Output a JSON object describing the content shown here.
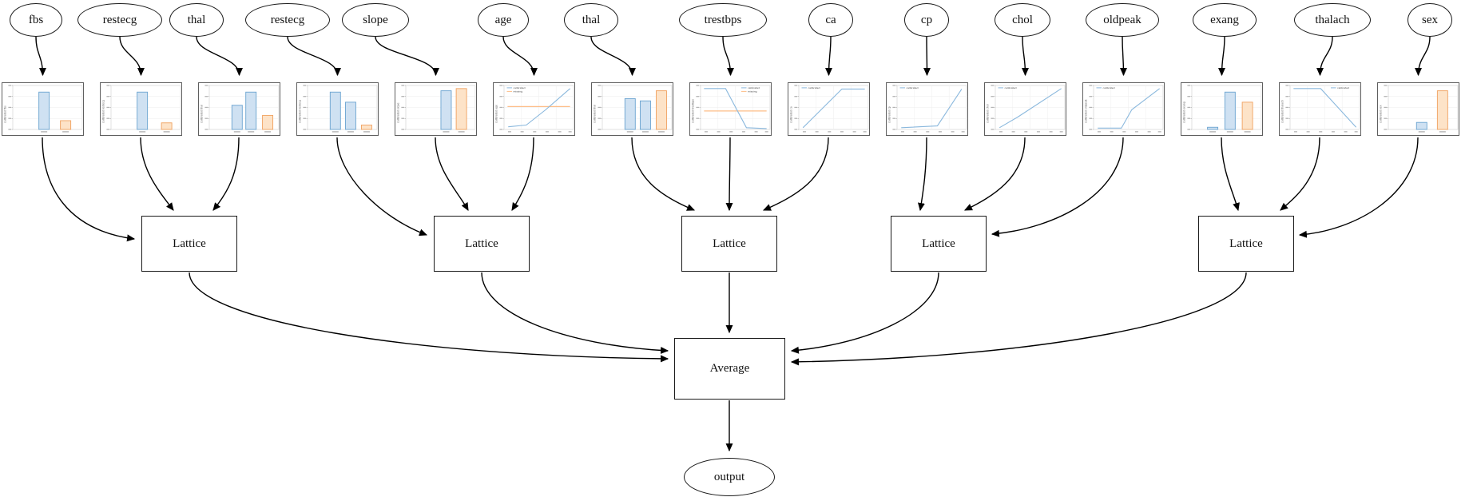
{
  "diagram": {
    "legend_labels": {
      "calibrated": "calibrated",
      "missing": "missing"
    },
    "colors": {
      "calibrated_fill": "#cfe1f2",
      "calibrated_stroke": "#6aa3d0",
      "missing_fill": "#fde3c8",
      "missing_stroke": "#f0a15f",
      "line_blue": "#8ab8dd",
      "line_orange": "#fdbd87",
      "edge_black": "#000000"
    },
    "features": [
      {
        "name": "fbs",
        "calibrator": {
          "type": "bar",
          "ylabel": "calibrated fbs",
          "bars": [
            {
              "p": 0.45,
              "h": 0.85,
              "c": "blue"
            },
            {
              "p": 0.76,
              "h": 0.2,
              "c": "orange"
            }
          ]
        }
      },
      {
        "name": "restecg",
        "calibrator": {
          "type": "bar",
          "ylabel": "calibrated restecg",
          "bars": [
            {
              "p": 0.45,
              "h": 0.85,
              "c": "blue"
            },
            {
              "p": 0.8,
              "h": 0.15,
              "c": "orange"
            }
          ]
        }
      },
      {
        "name": "thal",
        "calibrator": {
          "type": "bar",
          "ylabel": "calibrated thal",
          "bars": [
            {
              "p": 0.4,
              "h": 0.55,
              "c": "blue"
            },
            {
              "p": 0.6,
              "h": 0.85,
              "c": "blue"
            },
            {
              "p": 0.84,
              "h": 0.32,
              "c": "orange"
            }
          ]
        }
      },
      {
        "name": "restecg",
        "calibrator": {
          "type": "bar",
          "ylabel": "calibrated restecg",
          "bars": [
            {
              "p": 0.4,
              "h": 0.85,
              "c": "blue"
            },
            {
              "p": 0.62,
              "h": 0.62,
              "c": "blue"
            },
            {
              "p": 0.85,
              "h": 0.1,
              "c": "orange"
            }
          ]
        }
      },
      {
        "name": "slope",
        "calibrator": {
          "type": "bar",
          "ylabel": "calibrated slope",
          "bars": [
            {
              "p": 0.58,
              "h": 0.88,
              "c": "blue"
            },
            {
              "p": 0.8,
              "h": 0.93,
              "c": "orange"
            }
          ]
        }
      },
      {
        "name": "age",
        "calibrator": {
          "type": "line",
          "ylabel": "calibrated age",
          "legend_pos": "tl",
          "line": [
            [
              0.06,
              0.06
            ],
            [
              0.32,
              0.1
            ],
            [
              0.6,
              0.45
            ],
            [
              0.95,
              0.93
            ]
          ],
          "missing_level": 0.52
        }
      },
      {
        "name": "thal",
        "calibrator": {
          "type": "bar",
          "ylabel": "calibrated thal",
          "bars": [
            {
              "p": 0.4,
              "h": 0.7,
              "c": "blue"
            },
            {
              "p": 0.62,
              "h": 0.65,
              "c": "blue"
            },
            {
              "p": 0.85,
              "h": 0.88,
              "c": "orange"
            }
          ]
        }
      },
      {
        "name": "trestbps",
        "calibrator": {
          "type": "line",
          "ylabel": "calibrated trestbps",
          "legend_pos": "tr",
          "line": [
            [
              0.05,
              0.93
            ],
            [
              0.36,
              0.93
            ],
            [
              0.66,
              0.04
            ],
            [
              0.95,
              0.02
            ]
          ],
          "missing_level": 0.42
        }
      },
      {
        "name": "ca",
        "calibrator": {
          "type": "line",
          "ylabel": "calibrated ca",
          "legend_pos": "tl",
          "line": [
            [
              0.06,
              0.04
            ],
            [
              0.62,
              0.92
            ],
            [
              0.95,
              0.92
            ]
          ]
        }
      },
      {
        "name": "cp",
        "calibrator": {
          "type": "line",
          "ylabel": "calibrated cp",
          "legend_pos": "tl",
          "line": [
            [
              0.06,
              0.04
            ],
            [
              0.58,
              0.08
            ],
            [
              0.93,
              0.92
            ]
          ]
        }
      },
      {
        "name": "chol",
        "calibrator": {
          "type": "line",
          "ylabel": "calibrated chol",
          "legend_pos": "tl",
          "line": [
            [
              0.06,
              0.04
            ],
            [
              0.32,
              0.28
            ],
            [
              0.95,
              0.93
            ]
          ]
        }
      },
      {
        "name": "oldpeak",
        "calibrator": {
          "type": "line",
          "ylabel": "calibrated oldpeak",
          "legend_pos": "tl",
          "line": [
            [
              0.06,
              0.03
            ],
            [
              0.4,
              0.03
            ],
            [
              0.55,
              0.45
            ],
            [
              0.95,
              0.93
            ]
          ]
        }
      },
      {
        "name": "exang",
        "calibrator": {
          "type": "bar",
          "ylabel": "calibrated exang",
          "bars": [
            {
              "p": 0.3,
              "h": 0.05,
              "c": "blue"
            },
            {
              "p": 0.55,
              "h": 0.85,
              "c": "blue"
            },
            {
              "p": 0.8,
              "h": 0.62,
              "c": "orange"
            }
          ]
        }
      },
      {
        "name": "thalach",
        "calibrator": {
          "type": "line",
          "ylabel": "calibrated thalach",
          "legend_pos": "tr",
          "line": [
            [
              0.05,
              0.93
            ],
            [
              0.44,
              0.93
            ],
            [
              0.95,
              0.05
            ]
          ]
        }
      },
      {
        "name": "sex",
        "calibrator": {
          "type": "bar",
          "ylabel": "calibrated sex",
          "bars": [
            {
              "p": 0.48,
              "h": 0.16,
              "c": "blue"
            },
            {
              "p": 0.78,
              "h": 0.88,
              "c": "orange"
            }
          ]
        }
      }
    ],
    "lattices": [
      {
        "label": "Lattice",
        "inputs": [
          "fbs",
          "restecg",
          "thal"
        ]
      },
      {
        "label": "Lattice",
        "inputs": [
          "restecg",
          "slope",
          "age"
        ]
      },
      {
        "label": "Lattice",
        "inputs": [
          "thal",
          "trestbps",
          "ca"
        ]
      },
      {
        "label": "Lattice",
        "inputs": [
          "cp",
          "chol",
          "oldpeak"
        ]
      },
      {
        "label": "Lattice",
        "inputs": [
          "exang",
          "thalach",
          "sex"
        ]
      }
    ],
    "average": {
      "label": "Average"
    },
    "output": {
      "label": "output"
    }
  }
}
